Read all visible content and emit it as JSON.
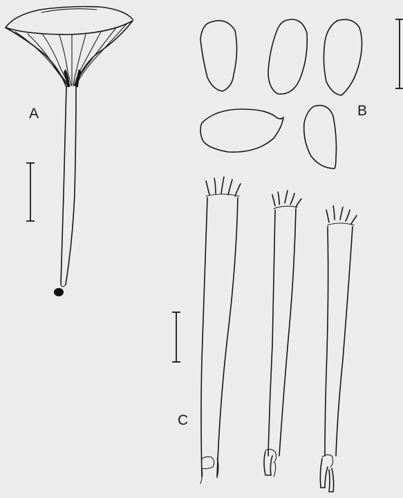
{
  "figure": {
    "panels": [
      {
        "id": "A",
        "label": "A"
      },
      {
        "id": "B",
        "label": "B"
      },
      {
        "id": "C",
        "label": "C"
      }
    ],
    "colors": {
      "background": "#ececec",
      "ink": "#161616"
    }
  }
}
